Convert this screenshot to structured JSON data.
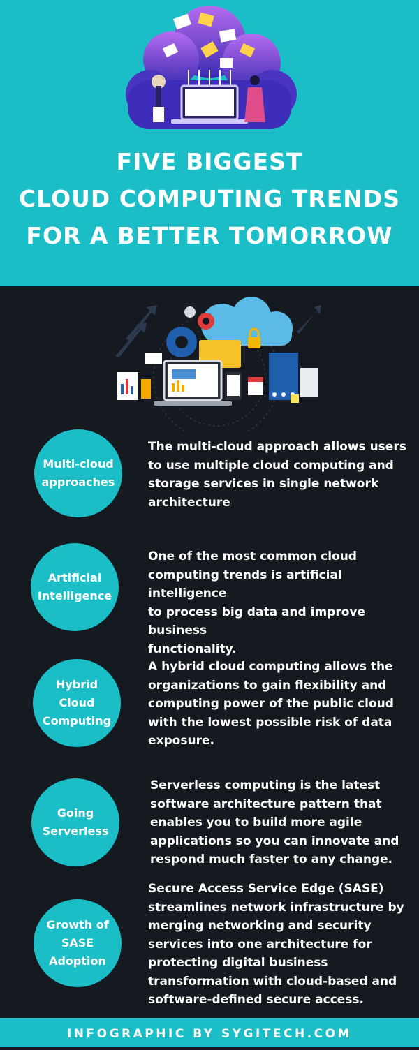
{
  "header": {
    "title_lines": [
      "FIVE BIGGEST",
      "CLOUD COMPUTING TRENDS",
      "FOR A BETTER TOMORROW"
    ]
  },
  "colors": {
    "accent": "#1bbdc7",
    "dark_bg": "#151a21",
    "text": "#ffffff",
    "cloud_purple": "#5b3fc4"
  },
  "icons": {
    "hero": "cloud-computing-illustration-icon",
    "middle": "cloud-data-devices-illustration-icon"
  },
  "trends": [
    {
      "label_lines": [
        "Multi-cloud",
        "approaches"
      ],
      "description_lines": [
        "The multi-cloud approach allows users",
        "to use multiple cloud computing and",
        "storage services in single network",
        "architecture"
      ]
    },
    {
      "label_lines": [
        "Artificial",
        "Intelligence"
      ],
      "description_lines": [
        "One of the most common cloud",
        "computing trends is artificial intelligence",
        "to process big data and improve business",
        "functionality."
      ]
    },
    {
      "label_lines": [
        "Hybrid",
        "Cloud",
        "Computing"
      ],
      "description_lines": [
        "A hybrid cloud computing allows the",
        "organizations to gain flexibility and",
        "computing power of the public cloud",
        "with the lowest possible risk of data",
        "exposure."
      ]
    },
    {
      "label_lines": [
        "Going",
        "Serverless"
      ],
      "description_lines": [
        "Serverless computing is the latest",
        "software architecture pattern that",
        "enables you to build more agile",
        "applications so you can innovate and",
        "respond much faster to any change."
      ]
    },
    {
      "label_lines": [
        "Growth of",
        "SASE",
        "Adoption"
      ],
      "description_lines": [
        "Secure Access Service Edge (SASE)",
        "streamlines network infrastructure by",
        "merging networking and security",
        "services into one architecture for",
        "protecting digital business",
        "transformation with cloud-based and",
        "software-defined secure access."
      ]
    }
  ],
  "footer": {
    "text": "INFOGRAPHIC BY SYGITECH.COM"
  }
}
